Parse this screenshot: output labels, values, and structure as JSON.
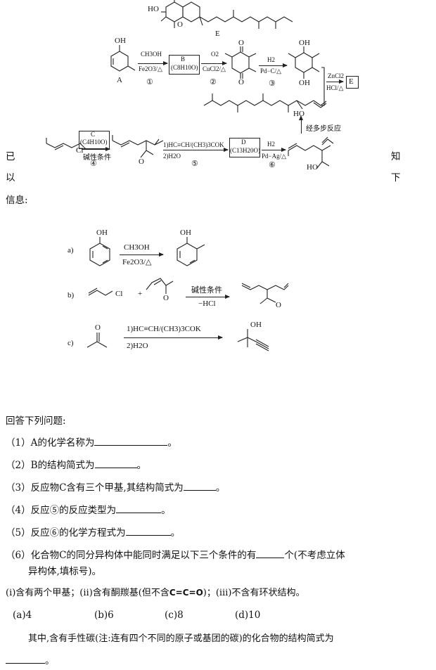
{
  "scheme": {
    "E_ho": "HO",
    "E_o": "O",
    "E_label": "E",
    "A_oh": "OH",
    "A_label": "A",
    "step1_top": "CH3OH",
    "step1_bot": "Fe2O3/△",
    "step1_num": "①",
    "B_box_top": "B",
    "B_box_bot": "(C8H10O)",
    "step2_top": "O2",
    "step2_bot": "CuCl2/△",
    "step2_num": "②",
    "quinone_o1": "O",
    "quinone_o2": "O",
    "step3_top": "H2",
    "step3_bot": "Pd−C/△",
    "step3_num": "③",
    "hq_oh1": "OH",
    "hq_oh2": "OH",
    "step_final_top": "ZnCl2",
    "step_final_bot": "HCl/△",
    "E_box": "E",
    "diol_ho": "HO",
    "multi_step": "经多步反应",
    "cl": "Cl",
    "C_box_top": "C",
    "C_box_bot": "(C4H10O)",
    "step4_bot": "碱性条件",
    "step4_num": "④",
    "ketone_o": "O",
    "step5_top": "1)HC≡CH/(CH3)3COK",
    "step5_bot": "2)H2O",
    "step5_num": "⑤",
    "D_box_top": "D",
    "D_box_bot": "(C13H20O)",
    "step6_top": "H2",
    "step6_bot": "Pd−Ag/△",
    "step6_num": "⑥",
    "alc_ho": "HO"
  },
  "intro": {
    "left1": "已",
    "right1": "知",
    "left2": "以",
    "right2": "下",
    "line3": "信息:"
  },
  "info": {
    "a_label": "a)",
    "a_oh1": "OH",
    "a_top": "CH3OH",
    "a_bot": "Fe2O3/△",
    "a_oh2": "OH",
    "b_label": "b)",
    "b_cl": "Cl",
    "b_plus": "+",
    "b_o1": "O",
    "b_top": "碱性条件",
    "b_bot": "−HCl",
    "b_o2": "O",
    "c_label": "c)",
    "c_o": "O",
    "c_top": "1)HC≡CH/(CH3)3COK",
    "c_bot": "2)H2O",
    "c_oh": "OH"
  },
  "questions": {
    "heading": "回答下列问题:",
    "q1_num": "（1）",
    "q1_text": "A的化学名称为",
    "q1_end": "。",
    "q2_num": "（2）",
    "q2_text": "B的结构简式为",
    "q2_end": "。",
    "q3_num": "（3）",
    "q3_text": "反应物C含有三个甲基,其结构简式为",
    "q3_end": "。",
    "q4_num": "（4）",
    "q4_text": "反应⑤的反应类型为",
    "q4_end": "。",
    "q5_num": "（5）",
    "q5_text": "反应⑥的化学方程式为",
    "q5_end": "。",
    "q6_num": "（6）",
    "q6_text": "化合物C的同分异构体中能同时满足以下三个条件的有",
    "q6_text2": "个(不考虑立体",
    "q6_line2": "异构体,填标号)。",
    "cond_1": "(ⅰ)含有两个甲基；(ⅱ)含有酮羰基(但不含",
    "cond_cco": "C=C=O",
    "cond_2": ")；(ⅲ)不含有环状结构。",
    "opt_a": "(a)4",
    "opt_b": "(b)6",
    "opt_c": "(c)8",
    "opt_d": "(d)10",
    "final_1": "其中,含有手性碳(注:连有四个不同的原子或基团的碳)的化合物的结构简式为",
    "final_end": "。"
  }
}
